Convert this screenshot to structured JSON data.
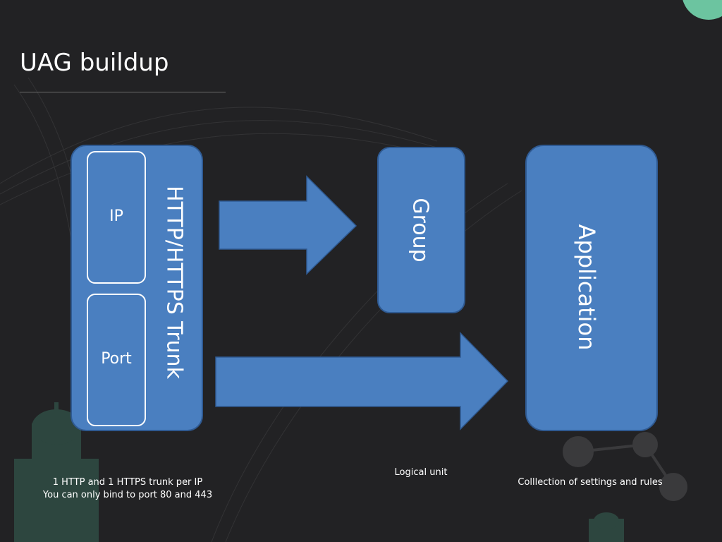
{
  "slide": {
    "title": "UAG buildup"
  },
  "diagram": {
    "trunk": {
      "label": "HTTP/HTTPS Trunk",
      "ip_label": "IP",
      "port_label": "Port",
      "caption_line1": "1 HTTP and 1 HTTPS trunk per IP",
      "caption_line2": "You can only bind to port 80 and 443"
    },
    "group": {
      "label": "Group",
      "caption": "Logical unit"
    },
    "application": {
      "label": "Application",
      "caption": "Colllection of settings and rules"
    }
  },
  "colors": {
    "background": "#222224",
    "box_fill": "#4a7fc0",
    "box_border": "#2f5a92",
    "accent_circle": "#6cc4a0",
    "text": "#ffffff"
  }
}
